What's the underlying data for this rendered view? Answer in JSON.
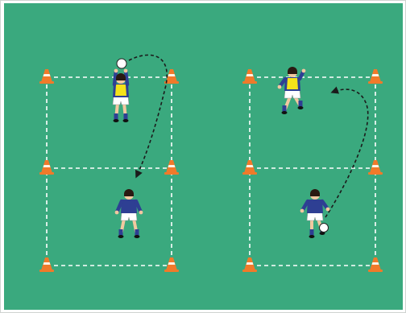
{
  "colors": {
    "pitch": "#3aa97e",
    "pitch_border": "#cfd3d1",
    "line": "#ffffff",
    "cone": "#f07a2a",
    "cone_stripe": "#fff3e6",
    "arrow": "#1b1b1b",
    "kit_shirt": "#2e3f93",
    "kit_shorts": "#ffffff",
    "bib": "#f4e31a",
    "skin": "#f2c8a0",
    "hair": "#2a1a12",
    "ball": "#ffffff"
  },
  "drills": [
    {
      "label": "drill-1",
      "players": [
        {
          "role": "server-with-bib",
          "action": "throw-in"
        },
        {
          "role": "receiver",
          "action": "receiving"
        }
      ],
      "arrow": "ball-flight"
    },
    {
      "label": "drill-2",
      "players": [
        {
          "role": "runner-with-bib",
          "action": "running"
        },
        {
          "role": "passer",
          "action": "dribbling"
        }
      ],
      "arrow": "pass"
    }
  ]
}
